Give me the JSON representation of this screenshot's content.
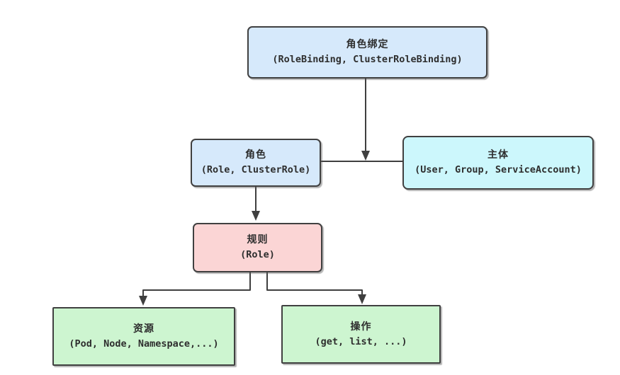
{
  "diagram": {
    "subject_area": "Kubernetes RBAC concept diagram",
    "colors": {
      "node_blue": "#d6e9fb",
      "node_cyan": "#ccf7fc",
      "node_pink": "#fbd5d5",
      "node_green": "#cdf5d0",
      "border": "#404040",
      "connector": "#3f3f3f",
      "background": "#ffffff",
      "text": "#2e2e2e"
    },
    "nodes": [
      {
        "id": "role-binding",
        "title": "角色绑定",
        "subtitle": "(RoleBinding, ClusterRoleBinding)",
        "color": "#d6e9fb"
      },
      {
        "id": "role",
        "title": "角色",
        "subtitle": "(Role, ClusterRole)",
        "color": "#d6e9fb"
      },
      {
        "id": "subject",
        "title": "主体",
        "subtitle": "(User, Group, ServiceAccount)",
        "color": "#ccf7fc"
      },
      {
        "id": "rule",
        "title": "规则",
        "subtitle": "(Role)",
        "color": "#fbd5d5"
      },
      {
        "id": "resource",
        "title": "资源",
        "subtitle": "(Pod, Node, Namespace,...)",
        "color": "#cdf5d0"
      },
      {
        "id": "action",
        "title": "操作",
        "subtitle": "(get, list, ...)",
        "color": "#cdf5d0"
      }
    ],
    "edges": [
      {
        "from": "role-binding",
        "to": "role-subject-link",
        "style": "arrow-down"
      },
      {
        "from": "role",
        "to": "subject",
        "style": "plain-horizontal"
      },
      {
        "from": "role",
        "to": "rule",
        "style": "arrow-down"
      },
      {
        "from": "rule",
        "to": "resource",
        "style": "arrow-elbow-left"
      },
      {
        "from": "rule",
        "to": "action",
        "style": "arrow-elbow-right"
      }
    ]
  }
}
